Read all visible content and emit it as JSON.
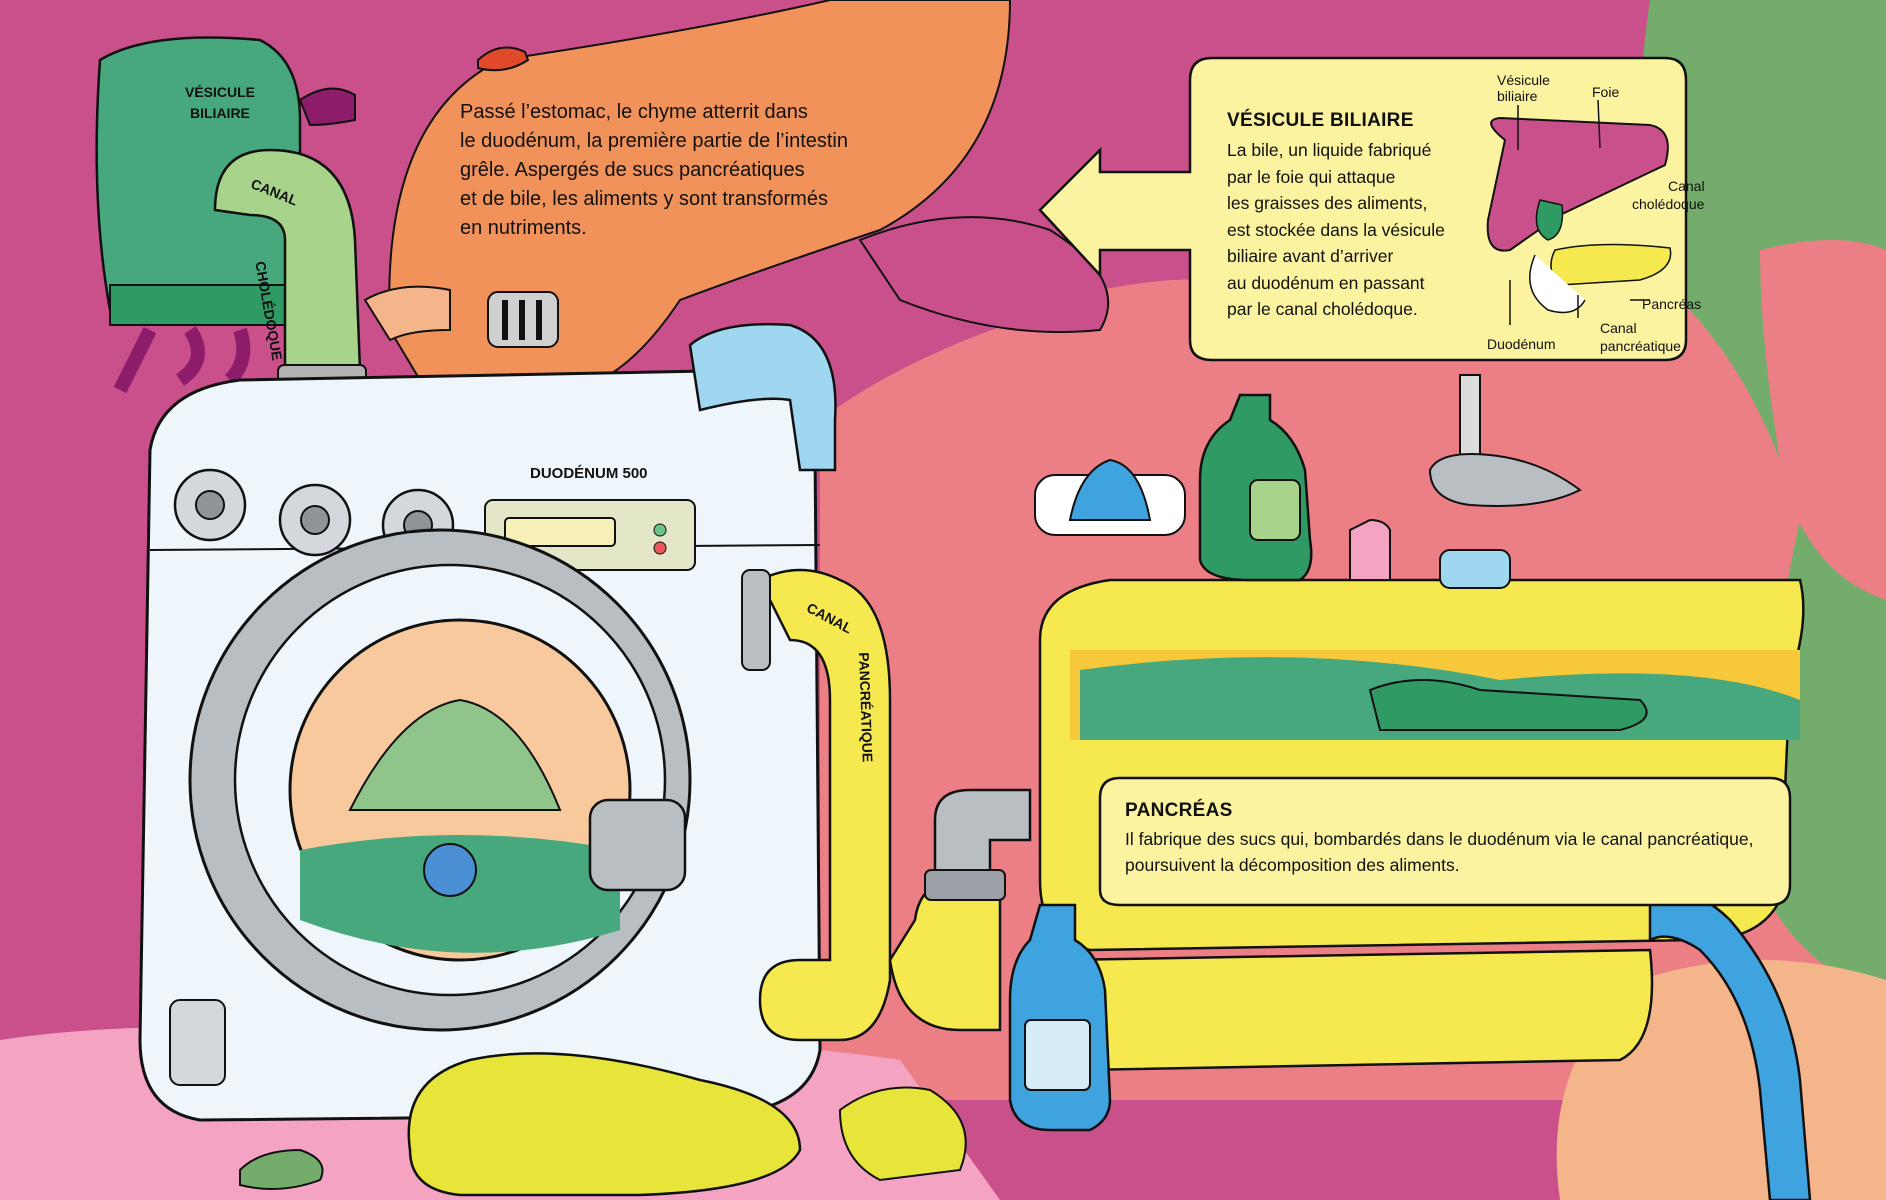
{
  "intro": {
    "lines": [
      "Passé l’estomac, le chyme atterrit dans",
      "le duodénum, la première partie de l’intestin",
      "grêle. Aspergés de sucs pancréatiques",
      "et de bile, les aliments y sont transformés",
      "en nutriments."
    ]
  },
  "labels": {
    "vesicule_line1": "VÉSICULE",
    "vesicule_line2": "BILIAIRE",
    "canal_choledoque_1": "CANAL",
    "canal_choledoque_2": "CHOLÉDOQUE",
    "duodenum_500": "DUODÉNUM 500",
    "canal_pancreatique_1": "CANAL",
    "canal_pancreatique_2": "PANCRÉATIQUE"
  },
  "vesicule_box": {
    "title": "VÉSICULE BILIAIRE",
    "lines": [
      "La bile, un liquide fabriqué",
      "par le foie qui attaque",
      "les graisses des aliments,",
      "est stockée dans la vésicule",
      "biliaire avant d’arriver",
      "au duodénum en passant",
      "par le canal cholédoque."
    ]
  },
  "anatomy": {
    "vesicule_biliaire_1": "Vésicule",
    "vesicule_biliaire_2": "biliaire",
    "foie": "Foie",
    "canal_choledoque_1": "Canal",
    "canal_choledoque_2": "cholédoque",
    "pancreas": "Pancréas",
    "duodenum": "Duodénum",
    "canal_pancreatique_1": "Canal",
    "canal_pancreatique_2": "pancréatique"
  },
  "pancreas_box": {
    "title": "PANCRÉAS",
    "lines": [
      "Il fabrique des sucs qui, bombardés dans le duodénum via le canal pancréatique,",
      "poursuivent la décomposition des aliments."
    ]
  },
  "colors": {
    "magenta": "#c9508a",
    "salmon": "#ec7f86",
    "orange": "#f0925a",
    "green_bg": "#74ad6b",
    "yellow": "#f6e94f",
    "yellow_box": "#fbf3a0",
    "sky": "#9fd6f0",
    "machine": "#eef6fb"
  }
}
